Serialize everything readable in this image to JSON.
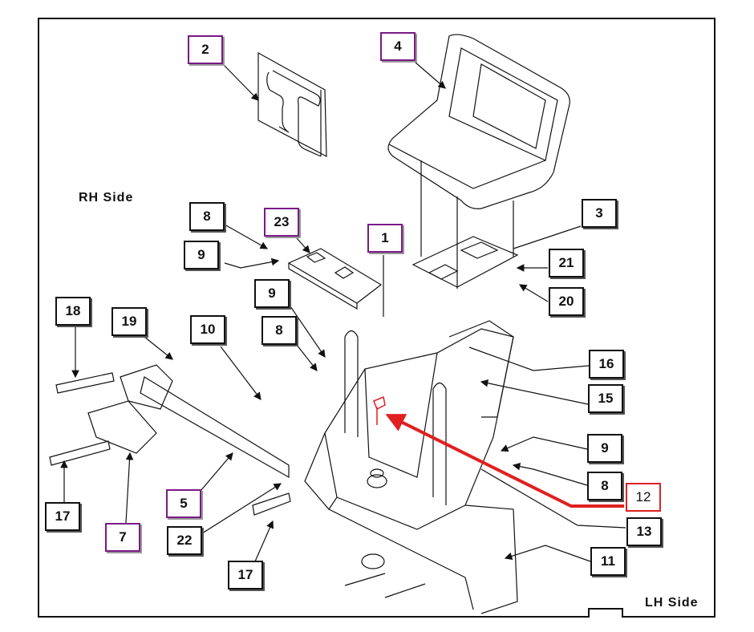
{
  "diagram": {
    "side_labels": {
      "rh": "RH Side",
      "lh": "LH Side"
    },
    "callouts": [
      {
        "id": "c2",
        "label": "2",
        "style": "purple"
      },
      {
        "id": "c4",
        "label": "4",
        "style": "purple"
      },
      {
        "id": "c8a",
        "label": "8",
        "style": "black"
      },
      {
        "id": "c23",
        "label": "23",
        "style": "purple"
      },
      {
        "id": "c9a",
        "label": "9",
        "style": "black"
      },
      {
        "id": "c1",
        "label": "1",
        "style": "purple"
      },
      {
        "id": "c3",
        "label": "3",
        "style": "black"
      },
      {
        "id": "c21",
        "label": "21",
        "style": "black"
      },
      {
        "id": "c20",
        "label": "20",
        "style": "black"
      },
      {
        "id": "c9b",
        "label": "9",
        "style": "black"
      },
      {
        "id": "c8b",
        "label": "8",
        "style": "black"
      },
      {
        "id": "c10",
        "label": "10",
        "style": "black"
      },
      {
        "id": "c18",
        "label": "18",
        "style": "black"
      },
      {
        "id": "c19",
        "label": "19",
        "style": "black"
      },
      {
        "id": "c16",
        "label": "16",
        "style": "black"
      },
      {
        "id": "c15",
        "label": "15",
        "style": "black"
      },
      {
        "id": "c9c",
        "label": "9",
        "style": "black"
      },
      {
        "id": "c8c",
        "label": "8",
        "style": "black"
      },
      {
        "id": "c12",
        "label": "12",
        "style": "red"
      },
      {
        "id": "c13",
        "label": "13",
        "style": "black"
      },
      {
        "id": "c11",
        "label": "11",
        "style": "black"
      },
      {
        "id": "c5",
        "label": "5",
        "style": "purple"
      },
      {
        "id": "c22",
        "label": "22",
        "style": "black"
      },
      {
        "id": "c17a",
        "label": "17",
        "style": "black"
      },
      {
        "id": "c7",
        "label": "7",
        "style": "purple"
      },
      {
        "id": "c17b",
        "label": "17",
        "style": "black"
      }
    ],
    "colors": {
      "highlight": "#e02020",
      "assembly_callout": "#7a1a86",
      "line": "#111111"
    }
  }
}
